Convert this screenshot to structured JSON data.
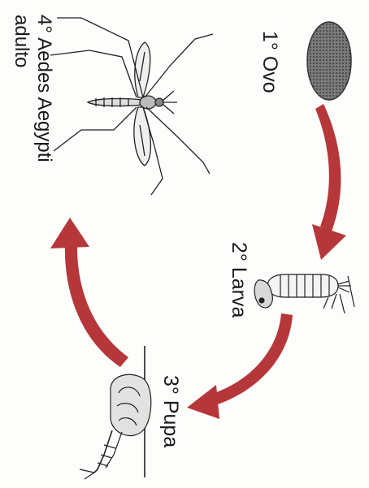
{
  "stages": {
    "egg": {
      "label": "1° Ovo"
    },
    "larva": {
      "label": "2° Larva"
    },
    "pupa": {
      "label": "3° Pupa"
    },
    "adult": {
      "label_line1": "4° Aedes Aegypti",
      "label_line2": "adulto"
    }
  },
  "colors": {
    "arrow": "#b5373a",
    "ink": "#1a1a1a",
    "egg_fill": "#6f6f6f",
    "background": "#fdfdfb"
  }
}
